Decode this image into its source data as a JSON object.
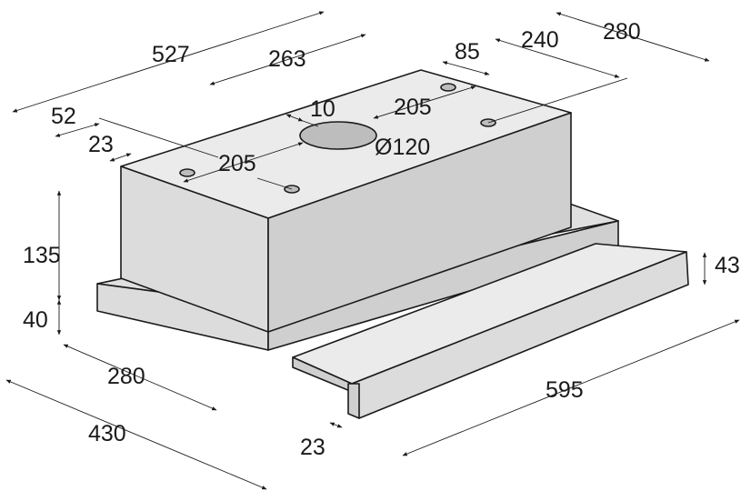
{
  "colors": {
    "body_front": "#dcdcdc",
    "body_top": "#ebebeb",
    "body_side": "#cfcfcf",
    "base": "#e0e0e0",
    "outline": "#1a1a1a",
    "hole": "#bdbdbd"
  },
  "labels": {
    "d527": "527",
    "d263": "263",
    "d85": "85",
    "d240": "240",
    "d280_top": "280",
    "d52": "52",
    "d10": "10",
    "d205_top": "205",
    "d23_top": "23",
    "d205_left": "205",
    "d120": "Ø120",
    "d135": "135",
    "d40": "40",
    "d43": "43",
    "d280_bottom": "280",
    "d430": "430",
    "d595": "595",
    "d23_bottom": "23"
  }
}
